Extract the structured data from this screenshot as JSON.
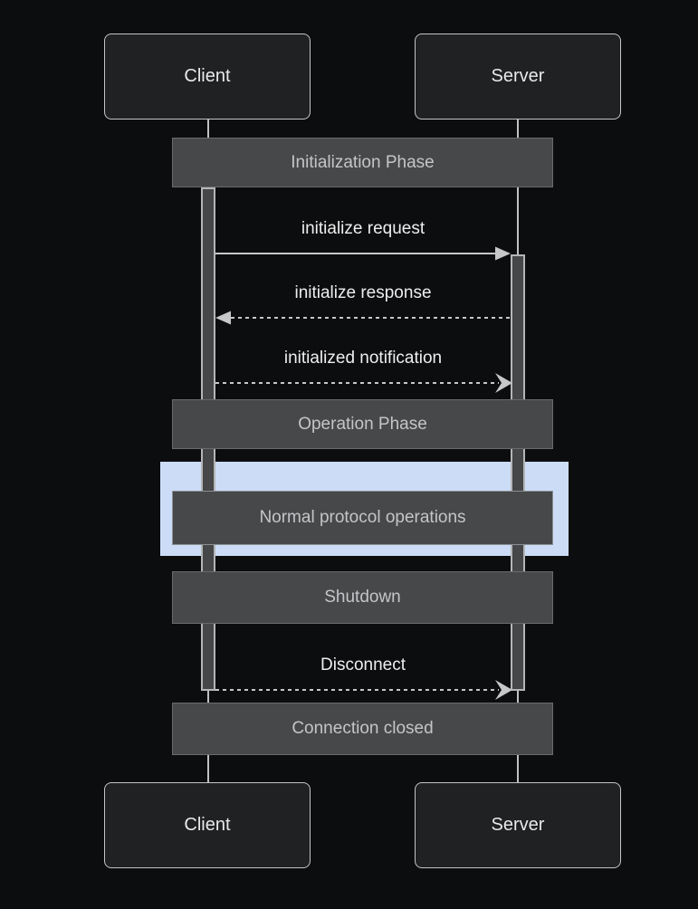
{
  "diagram": {
    "type": "sequence",
    "actors": {
      "client": "Client",
      "server": "Server"
    },
    "phases": {
      "initialization": "Initialization Phase",
      "operation": "Operation Phase",
      "normal_operations": "Normal protocol operations",
      "shutdown": "Shutdown",
      "connection_closed": "Connection closed"
    },
    "messages": {
      "initialize_request": "initialize request",
      "initialize_response": "initialize response",
      "initialized_notification": "initialized notification",
      "disconnect": "Disconnect"
    },
    "colors": {
      "background": "#0c0d0f",
      "actor_fill": "#1f2122",
      "actor_border": "#c3c5c7",
      "band_fill": "#474849",
      "band_text": "#c3c5c8",
      "highlight_fill": "#ccdcf6",
      "lifeline": "#c0c1c3",
      "activation_fill": "#454748",
      "activation_border": "#b4b5b7",
      "arrow": "#c6c7c9",
      "message_text": "#eeeeee"
    }
  }
}
